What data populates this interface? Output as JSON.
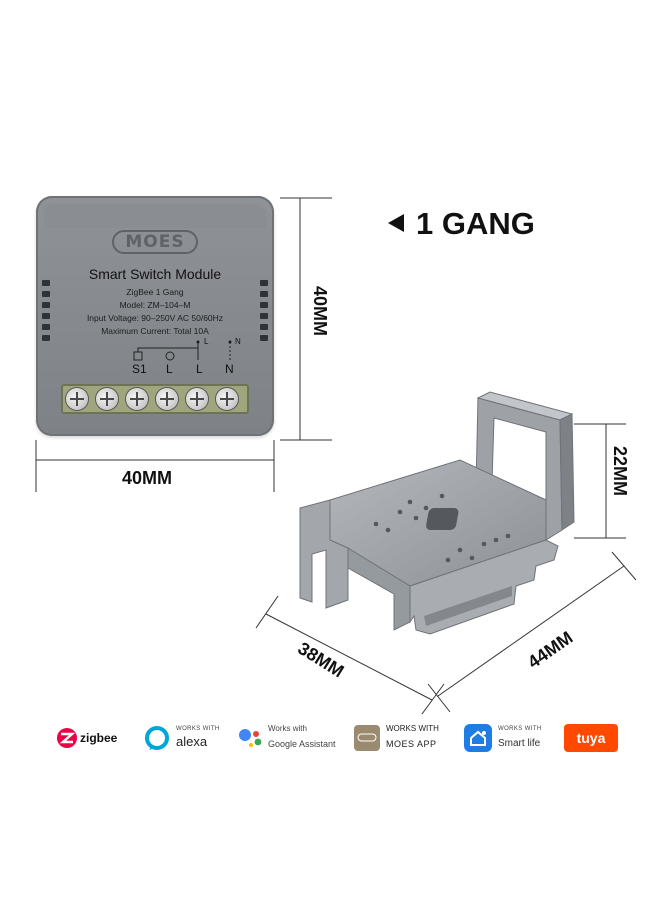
{
  "module": {
    "logo": "MOES",
    "title": "Smart Switch Module",
    "lines": [
      "ZigBee 1 Gang",
      "Model: ZM–104–M",
      "Input Voltage: 90–250V AC 50/60Hz",
      "Maximum Current: Total 10A"
    ],
    "terminals": [
      "S1",
      "L",
      "L",
      "N"
    ],
    "wire_labels": [
      "L",
      "N"
    ]
  },
  "heading": {
    "gang_label": "1 GANG"
  },
  "dimensions": {
    "module_height": "40MM",
    "module_width": "40MM",
    "bracket_height": "22MM",
    "bracket_depth": "38MM",
    "bracket_length": "44MM"
  },
  "compatibility": {
    "zigbee": "zigbee",
    "alexa_small": "WORKS WITH",
    "alexa": "alexa",
    "google_small": "Works with",
    "google": "Google Assistant",
    "moes_small": "WORKS WITH",
    "moes": "MOES APP",
    "smartlife_small": "WORKS WITH",
    "smartlife": "Smart life",
    "tuya": "tuya"
  },
  "colors": {
    "module_gray": "#868a8e",
    "terminal_green": "#9fa67e",
    "alexa_blue": "#00a6d6",
    "tuya_orange": "#ff4800",
    "zigbee_red": "#eb0443",
    "smartlife_blue": "#1f7ce2"
  }
}
